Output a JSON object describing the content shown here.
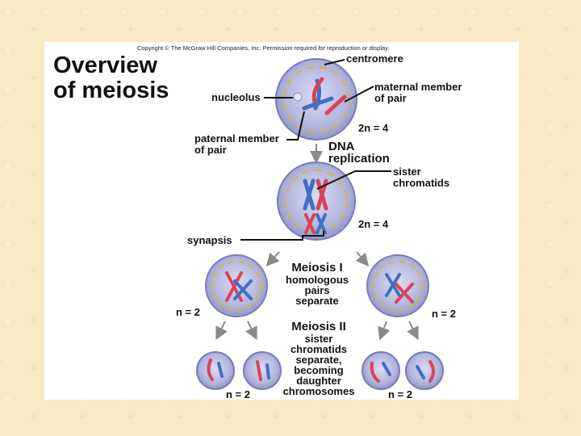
{
  "copyright": "Copyright © The McGraw Hill Companies, Inc. Permission required for reproduction or display.",
  "title_lines": [
    "Overview",
    "of meiosis"
  ],
  "labels": {
    "centromere": "centromere",
    "nucleolus": "nucleolus",
    "maternal_line1": "maternal member",
    "maternal_line2": "of pair",
    "paternal_line1": "paternal member",
    "paternal_line2": "of pair",
    "ploidy_2n_top": "2n = 4",
    "dna_line1": "DNA",
    "dna_line2": "replication",
    "sister_line1": "sister",
    "sister_line2": "chromatids",
    "ploidy_2n_mid": "2n = 4",
    "synapsis": "synapsis",
    "meiosis1_title": "Meiosis I",
    "meiosis1_line1": "homologous",
    "meiosis1_line2": "pairs",
    "meiosis1_line3": "separate",
    "n2_left": "n = 2",
    "n2_right": "n = 2",
    "meiosis2_title": "Meiosis II",
    "meiosis2_line1": "sister",
    "meiosis2_line2": "chromatids",
    "meiosis2_line3": "separate,",
    "meiosis2_line4": "becoming",
    "meiosis2_line5": "daughter",
    "meiosis2_line6": "chromosomes",
    "n2_bottom_left": "n = 2",
    "n2_bottom_right": "n = 2"
  },
  "colors": {
    "background": "#f7e9c4",
    "maternal": "#d9435a",
    "paternal": "#3f6fc4",
    "cell_fill": "#b3b5dd",
    "arrow": "#8a8a8a"
  }
}
